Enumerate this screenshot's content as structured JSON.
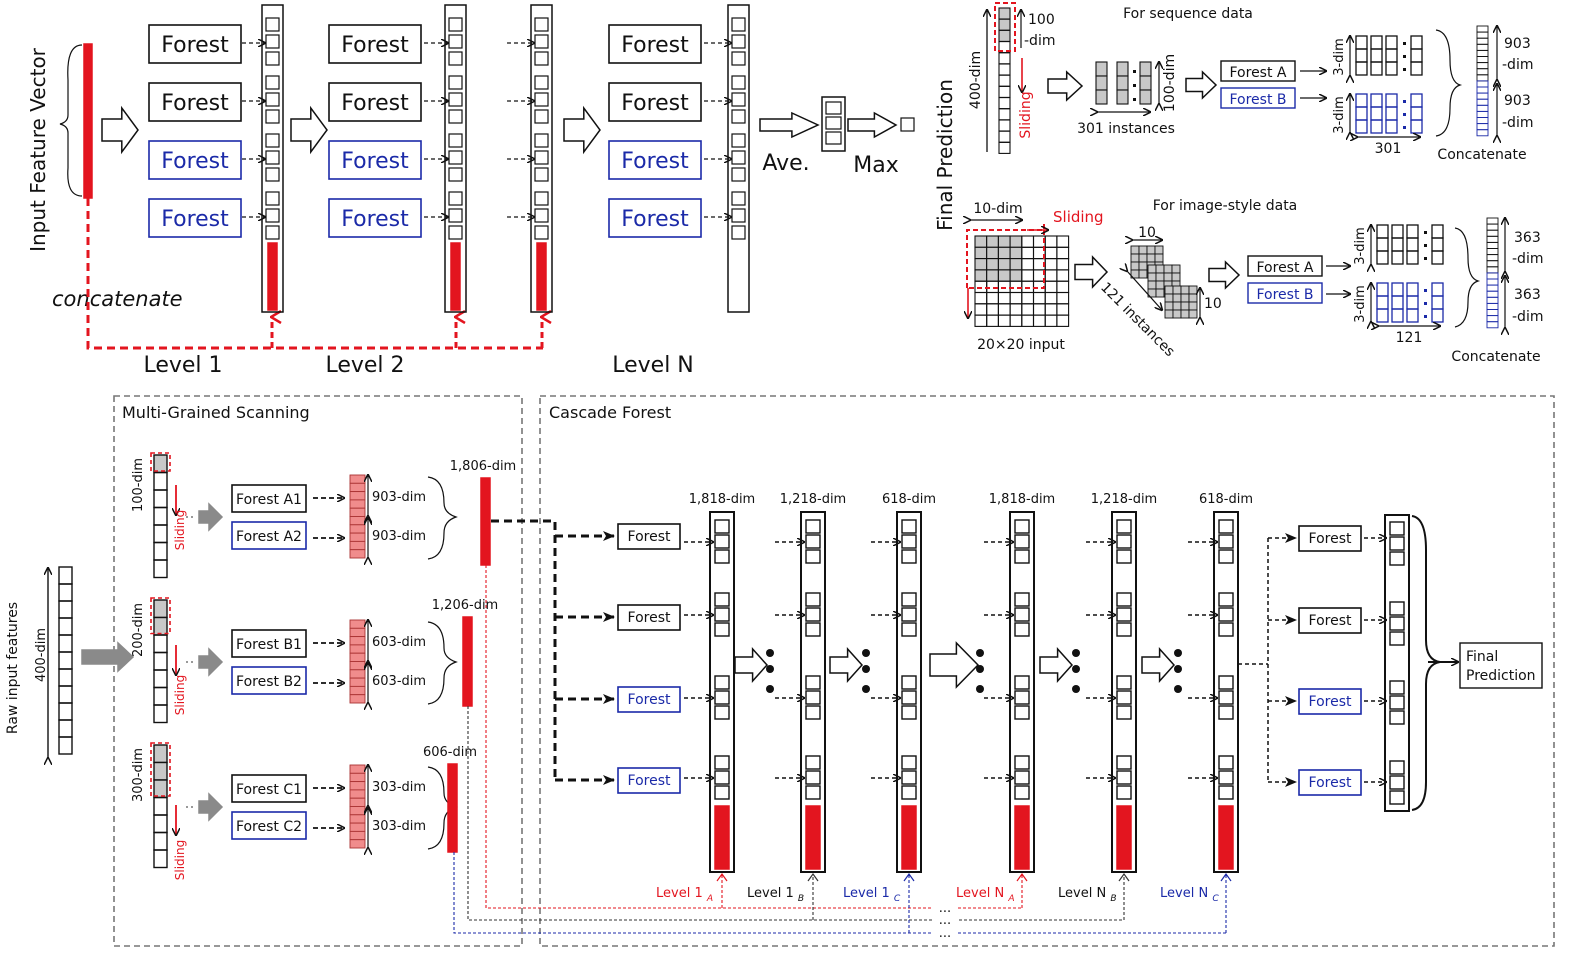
{
  "colors": {
    "black": "#111111",
    "blue": "#1b2aa8",
    "red": "#e3151f",
    "pink": "#f08c8c",
    "gray": "#c8c8c8",
    "arrow_gray": "#888888",
    "dash_gray": "#777777"
  },
  "top_cascade": {
    "input_label": "Input Feature Vector",
    "concatenate_label": "concatenate",
    "forest_label": "Forest",
    "levels": [
      "Level 1",
      "Level 2",
      "Level N"
    ],
    "ave_label": "Ave.",
    "max_label": "Max",
    "final_label": "Final Prediction",
    "forest_colors": [
      "black",
      "black",
      "blue",
      "blue"
    ]
  },
  "seq_scan": {
    "title": "For sequence data",
    "input_dim": "400-dim",
    "window_dim_top": "100",
    "window_dim_bottom": "-dim",
    "sliding": "Sliding",
    "instances_dim": "100-dim",
    "instances_label": "301 instances",
    "forest_a": "Forest A",
    "forest_b": "Forest B",
    "class_dim": "3-dim",
    "count": "301",
    "out_a_top": "903",
    "out_a_bottom": "-dim",
    "out_b_top": "903",
    "out_b_bottom": "-dim",
    "concatenate": "Concatenate"
  },
  "img_scan": {
    "title": "For image-style data",
    "window_dim": "10-dim",
    "sliding": "Sliding",
    "input_label": "20×20 input",
    "patch_w": "10",
    "patch_h": "10",
    "instances_label": "121 instances",
    "forest_a": "Forest A",
    "forest_b": "Forest B",
    "class_dim": "3-dim",
    "count": "121",
    "out_a_top": "363",
    "out_a_bottom": "-dim",
    "out_b_top": "363",
    "out_b_bottom": "-dim",
    "concatenate": "Concatenate"
  },
  "mgs": {
    "title": "Multi-Grained Scanning",
    "raw_label": "Raw input features",
    "raw_dim": "400-dim",
    "rows": [
      {
        "window": "100-dim",
        "sliding": "Sliding",
        "forest1": "Forest A1",
        "forest2": "Forest A2",
        "dim1": "903-dim",
        "dim2": "903-dim",
        "concat": "1,806-dim"
      },
      {
        "window": "200-dim",
        "sliding": "Sliding",
        "forest1": "Forest B1",
        "forest2": "Forest B2",
        "dim1": "603-dim",
        "dim2": "603-dim",
        "concat": "1,206-dim"
      },
      {
        "window": "300-dim",
        "sliding": "Sliding",
        "forest1": "Forest C1",
        "forest2": "Forest C2",
        "dim1": "303-dim",
        "dim2": "303-dim",
        "concat": "606-dim"
      }
    ]
  },
  "cascade": {
    "title": "Cascade Forest",
    "forest_label": "Forest",
    "forest_colors": [
      "black",
      "black",
      "blue",
      "blue"
    ],
    "columns": [
      {
        "dim": "1,818-dim",
        "level": "Level 1",
        "sub": "A",
        "color": "red"
      },
      {
        "dim": "1,218-dim",
        "level": "Level 1",
        "sub": "B",
        "color": "black"
      },
      {
        "dim": "618-dim",
        "level": "Level 1",
        "sub": "C",
        "color": "blue"
      },
      {
        "dim": "1,818-dim",
        "level": "Level N",
        "sub": "A",
        "color": "red"
      },
      {
        "dim": "1,218-dim",
        "level": "Level N",
        "sub": "B",
        "color": "black"
      },
      {
        "dim": "618-dim",
        "level": "Level N",
        "sub": "C",
        "color": "blue"
      }
    ],
    "ellipsis": "...",
    "final_prediction": [
      "Final",
      "Prediction"
    ]
  }
}
